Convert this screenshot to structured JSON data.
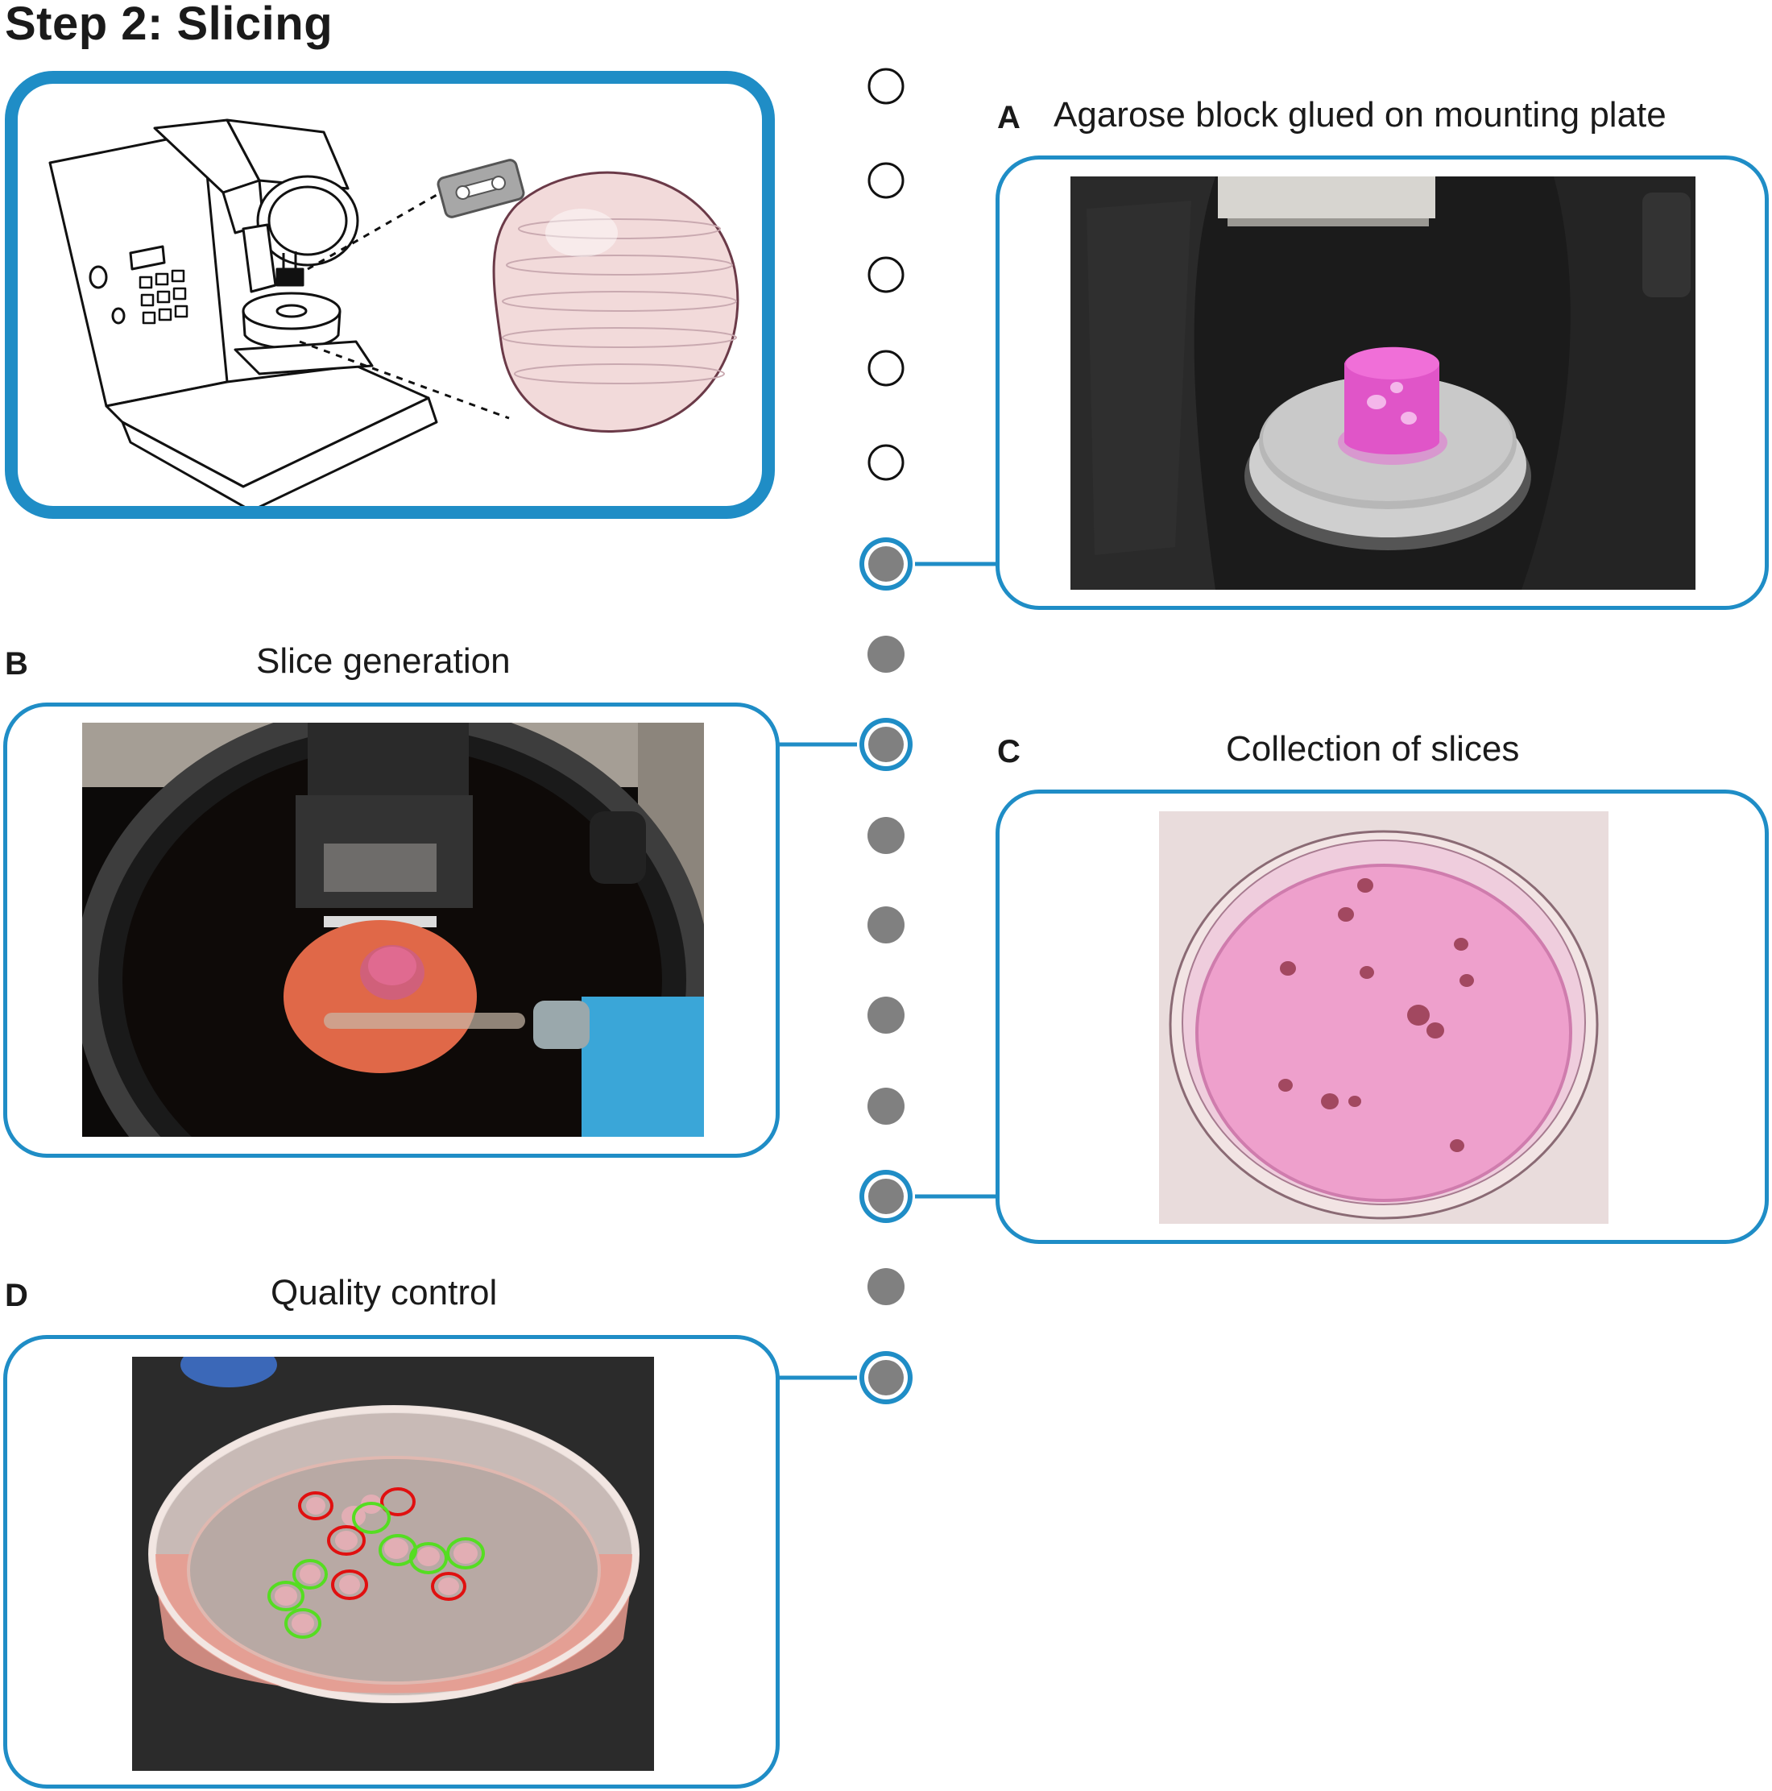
{
  "title": "Step 2: Slicing",
  "panels": {
    "a": {
      "letter": "A",
      "title": "Agarose block glued on mounting plate"
    },
    "b": {
      "letter": "B",
      "title": "Slice generation"
    },
    "c": {
      "letter": "C",
      "title": "Collection of slices"
    },
    "d": {
      "letter": "D",
      "title": "Quality control"
    }
  },
  "colors": {
    "accent": "#1f8dc6",
    "timeline_dot": "#808080",
    "tissue_pink": "#f2dada",
    "tissue_outline": "#6b3a48",
    "qc_good": "#55dd22",
    "qc_bad": "#e01010"
  },
  "icons": [
    "vibratome-illustration",
    "razor-blade-icon",
    "tissue-slices-illustration"
  ]
}
